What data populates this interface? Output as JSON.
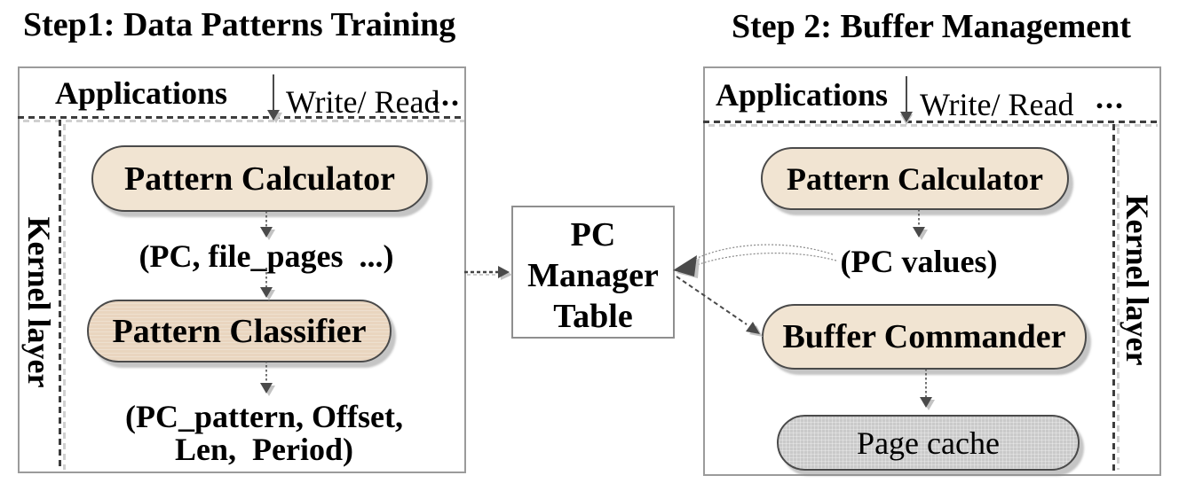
{
  "colors": {
    "pill_light": "#f1e4d2",
    "pill_classifier": "#e9d5bf",
    "pill_gray": "#cacaca",
    "panel_border": "#9b9b9b",
    "dash": "#3d3d3d",
    "arrow": "#4a4a4a"
  },
  "step1": {
    "title": "Step1: Data Patterns Training",
    "applications_label": "Applications",
    "write_read_label": "Write/ Read",
    "ellipsis": "...",
    "kernel_label": "Kernel layer",
    "pattern_calculator_label": "Pattern Calculator",
    "calc_output_text": "(PC, file_pages  ...)",
    "pattern_classifier_label": "Pattern Classifier",
    "classifier_output_line1": "(PC_pattern, Offset,",
    "classifier_output_line2": "Len,  Period)"
  },
  "center": {
    "table_line1": "PC",
    "table_line2": "Manager",
    "table_line3": "Table"
  },
  "step2": {
    "title": "Step 2: Buffer Management",
    "applications_label": "Applications",
    "write_read_label": "Write/ Read",
    "ellipsis": "...",
    "kernel_label": "Kernel layer",
    "pattern_calculator_label": "Pattern Calculator",
    "calc_output_text": "(PC values)",
    "buffer_commander_label": "Buffer Commander",
    "page_cache_label": "Page cache"
  }
}
